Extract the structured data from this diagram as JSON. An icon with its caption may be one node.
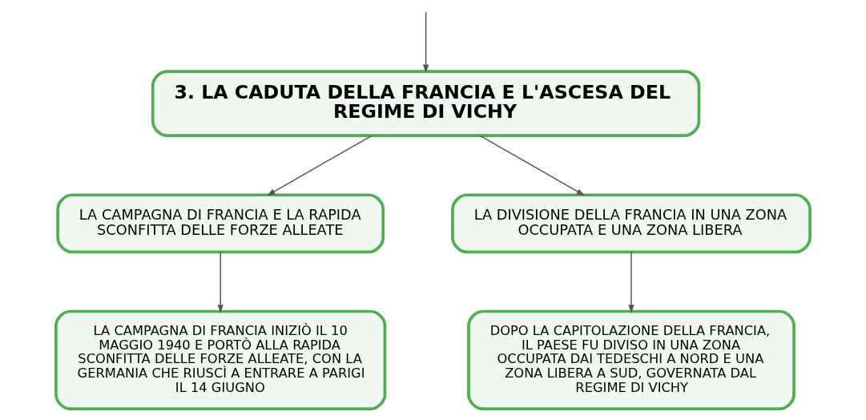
{
  "diagram": {
    "nodes": [
      {
        "text": [
          "3. LA CADUTA DELLA FRANCIA E L'ASCESA DEL REGIME DI VICHY"
        ]
      },
      {
        "text": [
          "LA CAMPAGNA DI FRANCIA E LA RAPIDA SCONFITTA DELLE FORZE ALLEATE"
        ]
      },
      {
        "text": [
          "LA DIVISIONE DELLA FRANCIA IN UNA ZONA OCCUPATA E UNA ZONA LIBERA"
        ]
      },
      {
        "text": [
          "LA CAMPAGNA DI FRANCIA INIZIÒ IL 10 MAGGIO 1940 E PORTÒ ALLA RAPIDA SCONFITTA DELLE FORZE ALLEATE, CON LA GERMANIA CHE RIUSCÌ A ENTRARE A PARIGI IL 14 GIUGNO"
        ]
      },
      {
        "text": [
          "DOPO LA CAPITOLAZIONE DELLA FRANCIA, IL PAESE FU DIVISO IN UNA ZONA OCCUPATA DAI TEDESCHI A NORD E UNA ZONA LIBERA A SUD, GOVERNATA DAL REGIME DI VICHY"
        ]
      }
    ],
    "edges": [
      {
        "from": null,
        "to": 0,
        "arrow": "to"
      },
      {
        "from": 0,
        "to": 1,
        "arrow": "to"
      },
      {
        "from": 0,
        "to": 2,
        "arrow": "to"
      },
      {
        "from": 1,
        "to": 3,
        "arrow": "to"
      },
      {
        "from": 2,
        "to": 4,
        "arrow": "to"
      }
    ]
  }
}
